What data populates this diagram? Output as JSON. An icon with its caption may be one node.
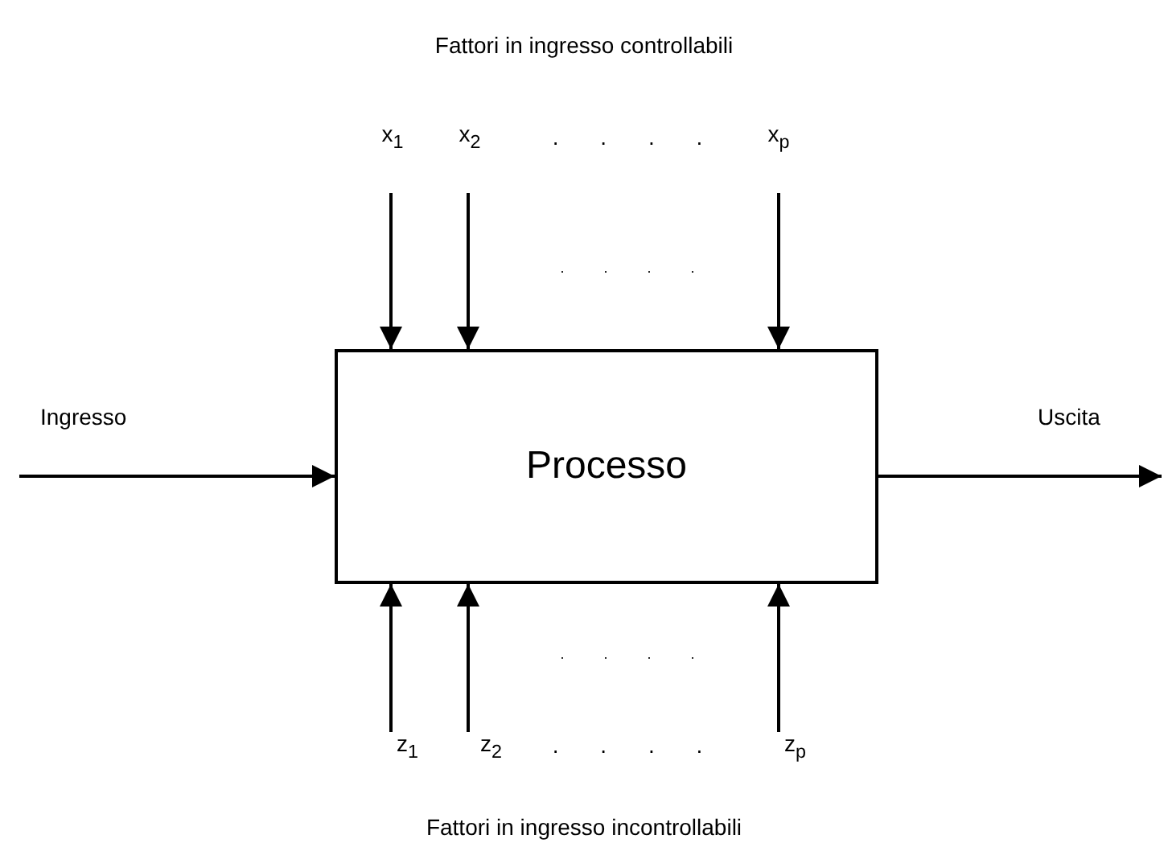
{
  "diagram": {
    "nodes": [
      {
        "text": [
          "Processo"
        ]
      },
      {
        "text": [
          "x$_{1}$"
        ]
      },
      {
        "text": [
          "x$_{2}$"
        ]
      },
      {
        "text": [
          "x$_{p}$"
        ]
      },
      {
        "text": [
          "z$_{1}$"
        ]
      },
      {
        "text": [
          "z$_{2}$"
        ]
      },
      {
        "text": [
          "z$_{p}$"
        ]
      }
    ],
    "edges": [
      {
        "from": null,
        "to": 0,
        "arrow": "to",
        "label": "Ingresso"
      },
      {
        "from": 0,
        "to": null,
        "arrow": "to",
        "label": "Uscita"
      },
      {
        "from": 1,
        "to": 0,
        "arrow": "to"
      },
      {
        "from": 2,
        "to": 0,
        "arrow": "to"
      },
      {
        "from": 3,
        "to": 0,
        "arrow": "to"
      },
      {
        "from": 4,
        "to": 0,
        "arrow": "to"
      },
      {
        "from": 5,
        "to": 0,
        "arrow": "to"
      },
      {
        "from": 6,
        "to": 0,
        "arrow": "to"
      }
    ],
    "labels": [
      "Fattori in ingresso controllabili",
      ". . . .",
      ". . . .",
      ". . . .",
      ". . . .",
      "Fattori in ingresso incontrollabili"
    ]
  }
}
